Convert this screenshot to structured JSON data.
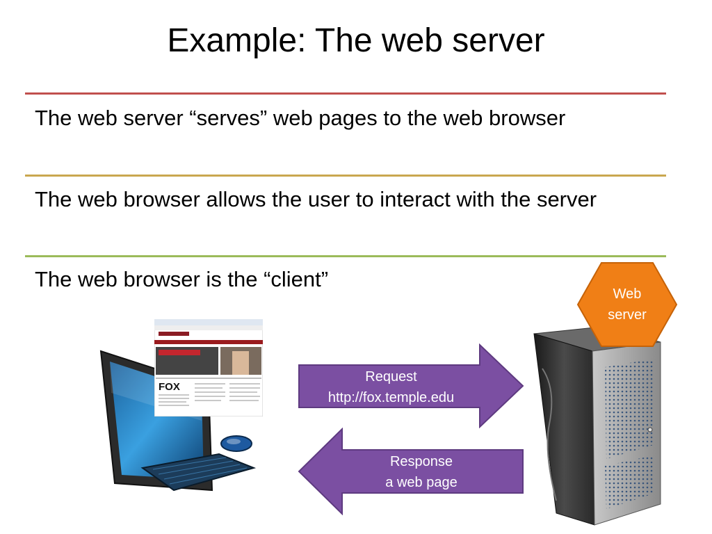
{
  "slide": {
    "title": "Example: The web server",
    "bullets": [
      "The web server “serves” web pages to the web browser",
      "The web browser allows the user to interact with the server",
      "The web browser is the “client”"
    ]
  },
  "diagram": {
    "request_arrow": {
      "line1": "Request",
      "line2": "http://fox.temple.edu"
    },
    "response_arrow": {
      "line1": "Response",
      "line2": "a web page"
    },
    "hexagon": {
      "line1": "Web",
      "line2": "server"
    },
    "webpage": {
      "logo_text": "FOX"
    }
  },
  "colors": {
    "rule1": "#c0504d",
    "rule2": "#c9a74f",
    "rule3": "#9bbb59",
    "arrow_fill": "#7b4fa2",
    "hexagon_fill": "#f07f16",
    "monitor_screen": "#2f8fd0"
  }
}
